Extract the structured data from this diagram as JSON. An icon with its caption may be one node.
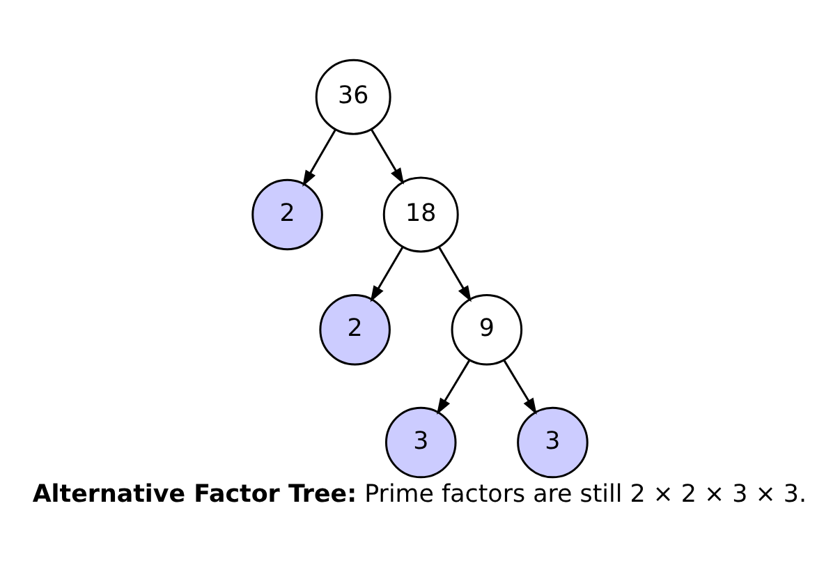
{
  "diagram": {
    "caption": "**Alternative Factor Tree:** Prime factors are still 2 × 2 × 3 × 3.",
    "nodes": [
      {
        "text": [
          "36"
        ]
      },
      {
        "text": [
          "2"
        ]
      },
      {
        "text": [
          "18"
        ]
      },
      {
        "text": [
          "2"
        ]
      },
      {
        "text": [
          "9"
        ]
      },
      {
        "text": [
          "3"
        ]
      },
      {
        "text": [
          "3"
        ]
      }
    ],
    "edges": [
      {
        "from": 0,
        "to": 1,
        "arrow": "to"
      },
      {
        "from": 0,
        "to": 2,
        "arrow": "to"
      },
      {
        "from": 2,
        "to": 3,
        "arrow": "to"
      },
      {
        "from": 2,
        "to": 4,
        "arrow": "to"
      },
      {
        "from": 4,
        "to": 5,
        "arrow": "to"
      },
      {
        "from": 4,
        "to": 6,
        "arrow": "to"
      }
    ]
  }
}
